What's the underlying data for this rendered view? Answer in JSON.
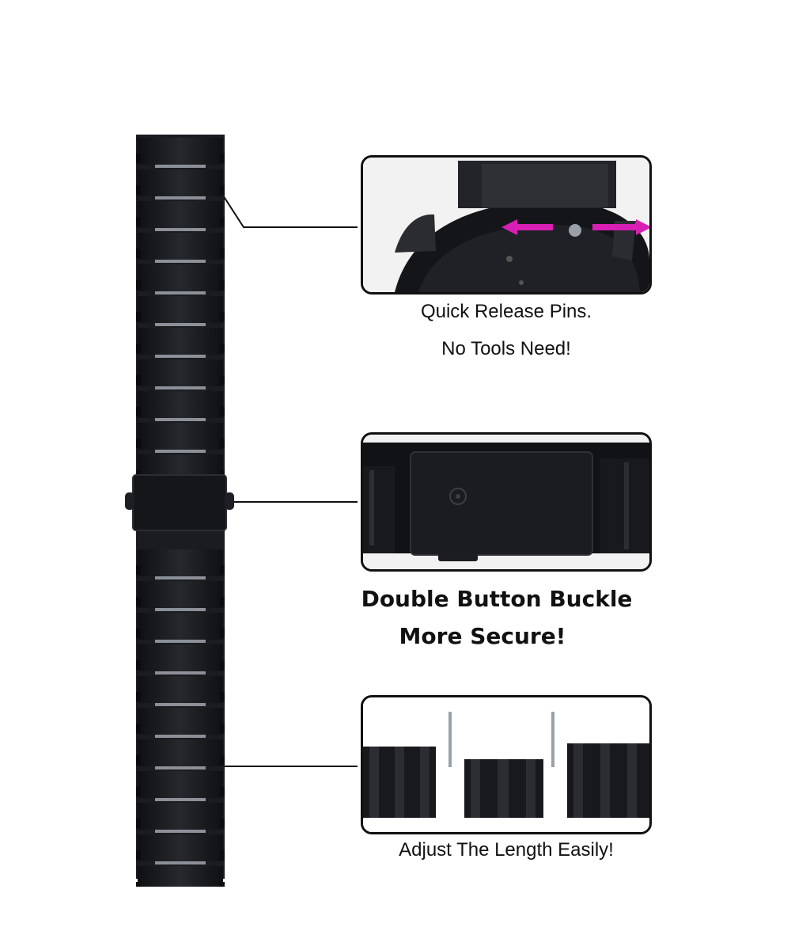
{
  "features": [
    {
      "line1": "Quick Release Pins.",
      "line2": "No Tools Need!"
    },
    {
      "line1": "Double Button Buckle",
      "line2": "More Secure!"
    },
    {
      "line1": "Adjust The Length Easily!"
    }
  ],
  "colors": {
    "strap": "#1a1c20",
    "strap_highlight": "#8c9098",
    "arrow": "#d81fb4",
    "frame": "#111111"
  },
  "icons": [
    "double-arrow-icon",
    "pin-icon"
  ]
}
